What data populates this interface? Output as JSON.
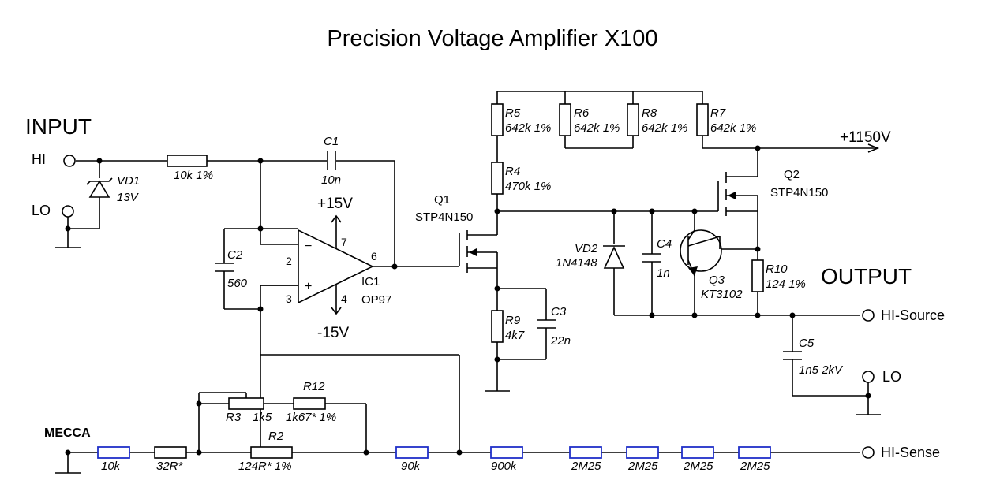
{
  "title": "Precision Voltage Amplifier X100",
  "input": {
    "heading": "INPUT",
    "hi": "HI",
    "lo": "LO"
  },
  "output": {
    "heading": "OUTPUT",
    "hi_source": "HI-Source",
    "lo": "LO",
    "hi_sense": "HI-Sense"
  },
  "supply": {
    "hv": "+1150V",
    "pos": "+15V",
    "neg": "-15V"
  },
  "opamp": {
    "ref": "IC1",
    "part": "OP97",
    "pin_inv": "2",
    "pin_noninv": "3",
    "pin_out": "6",
    "pin_vpos": "7",
    "pin_vneg": "4",
    "minus": "−",
    "plus": "+"
  },
  "components": {
    "VD1": {
      "ref": "VD1",
      "value": "13V"
    },
    "R_in": {
      "value": "10k 1%"
    },
    "C1": {
      "ref": "C1",
      "value": "10n"
    },
    "C2": {
      "ref": "C2",
      "value": "560"
    },
    "Q1": {
      "ref": "Q1",
      "part": "STP4N150"
    },
    "Q2": {
      "ref": "Q2",
      "part": "STP4N150"
    },
    "Q3": {
      "ref": "Q3",
      "part": "KT3102"
    },
    "R5": {
      "ref": "R5",
      "value": "642k 1%"
    },
    "R6": {
      "ref": "R6",
      "value": "642k 1%"
    },
    "R8": {
      "ref": "R8",
      "value": "642k 1%"
    },
    "R7": {
      "ref": "R7",
      "value": "642k 1%"
    },
    "R4": {
      "ref": "R4",
      "value": "470k 1%"
    },
    "VD2": {
      "ref": "VD2",
      "value": "1N4148"
    },
    "C4": {
      "ref": "C4",
      "value": "1n"
    },
    "R10": {
      "ref": "R10",
      "value": "124 1%"
    },
    "R9": {
      "ref": "R9",
      "value": "4k7"
    },
    "C3": {
      "ref": "C3",
      "value": "22n"
    },
    "C5": {
      "ref": "C5",
      "value": "1n5 2kV"
    },
    "R3": {
      "ref": "R3",
      "value": "1k5"
    },
    "R12": {
      "ref": "R12",
      "value": "1k67* 1%"
    },
    "R2": {
      "ref": "R2",
      "value": "124R* 1%"
    }
  },
  "divider": {
    "label": "MECCA",
    "resistors": [
      "10k",
      "32R*",
      "90k",
      "900k",
      "2M25",
      "2M25",
      "2M25",
      "2M25"
    ]
  },
  "colors": {
    "wire": "#000000",
    "divider_resistor": "#2030c8"
  }
}
